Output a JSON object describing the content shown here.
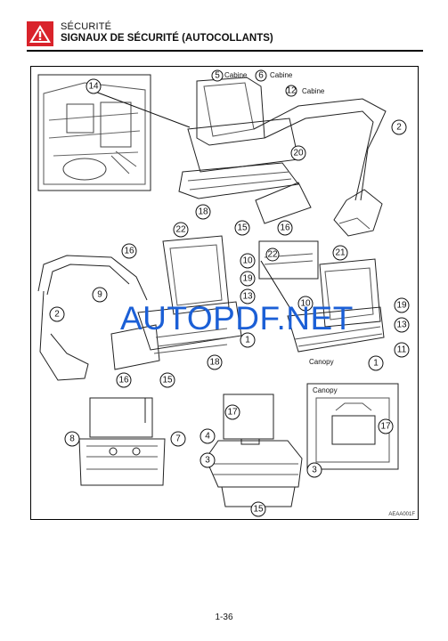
{
  "header": {
    "section": "SÉCURITÉ",
    "title": "SIGNAUX DE SÉCURITÉ (AUTOCOLLANTS)",
    "warning_icon": "warning-triangle-icon",
    "warning_color": "#d9232b"
  },
  "figure": {
    "labels": {
      "cabine_5": "Cabine",
      "cabine_6": "Cabine",
      "cabine_12": "Cabine",
      "canopy_right": "Canopy",
      "canopy_box": "Canopy"
    },
    "callouts": [
      "14",
      "5",
      "6",
      "12",
      "2",
      "20",
      "18",
      "15",
      "16",
      "22",
      "16",
      "9",
      "2",
      "10",
      "19",
      "13",
      "22",
      "21",
      "1",
      "18",
      "16",
      "15",
      "10",
      "19",
      "13",
      "11",
      "1",
      "17",
      "4",
      "3",
      "3",
      "15",
      "8",
      "7",
      "17"
    ],
    "code": "AEAA001F"
  },
  "watermark": "AUTOPDF.NET",
  "page_number": "1-36"
}
